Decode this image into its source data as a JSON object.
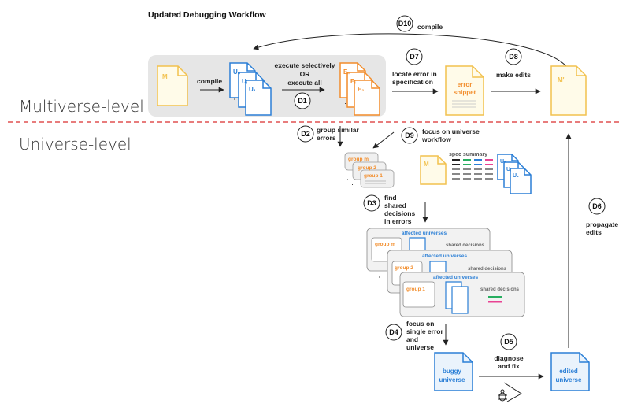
{
  "title": "Updated Debugging Workflow",
  "levels": {
    "multiverse": "Multiverse-level",
    "universe": "Universe-level"
  },
  "badges": {
    "d1": "D1",
    "d2": "D2",
    "d3": "D3",
    "d4": "D4",
    "d5": "D5",
    "d6": "D6",
    "d7": "D7",
    "d8": "D8",
    "d9": "D9",
    "d10": "D10"
  },
  "steps": {
    "compile_top": "compile",
    "compile": "compile",
    "execute_1": "execute selectively",
    "execute_2": "OR",
    "execute_3": "execute all",
    "locate_1": "locate error in",
    "locate_2": "specification",
    "make_edits": "make edits",
    "group_1": "group similar",
    "group_2": "errors",
    "focus_1": "focus on universe",
    "focus_2": "workflow",
    "find_1": "find",
    "find_2": "shared",
    "find_3": "decisions",
    "find_4": "in errors",
    "single_1": "focus on",
    "single_2": "single error",
    "single_3": "and",
    "single_4": "universe",
    "diagnose_1": "diagnose",
    "diagnose_2": "and fix",
    "propagate_1": "propagate",
    "propagate_2": "edits"
  },
  "docs": {
    "m": "M",
    "un": "Uₙ",
    "u1": "U₁",
    "ui": "Uᵢ",
    "en": "Eₙ",
    "e1": "E₁",
    "ei": "Eᵢ",
    "error_1": "error",
    "error_2": "snippet",
    "m_prime": "M'",
    "spec_summary": "spec summary",
    "buggy_1": "buggy",
    "buggy_2": "universe",
    "edited_1": "edited",
    "edited_2": "universe"
  },
  "groups": {
    "m": "group m",
    "two": "group 2",
    "one": "group 1"
  },
  "panels": {
    "affected": "affected universes",
    "shared": "shared decisions"
  },
  "icons": [
    "document-icon",
    "bug-icon",
    "arrow-icon"
  ],
  "colors": {
    "yellow": "#f2c14e",
    "blue": "#2b7fd6",
    "orange": "#f28c2a",
    "divider": "#e05050",
    "panel": "#e6e6e6"
  }
}
